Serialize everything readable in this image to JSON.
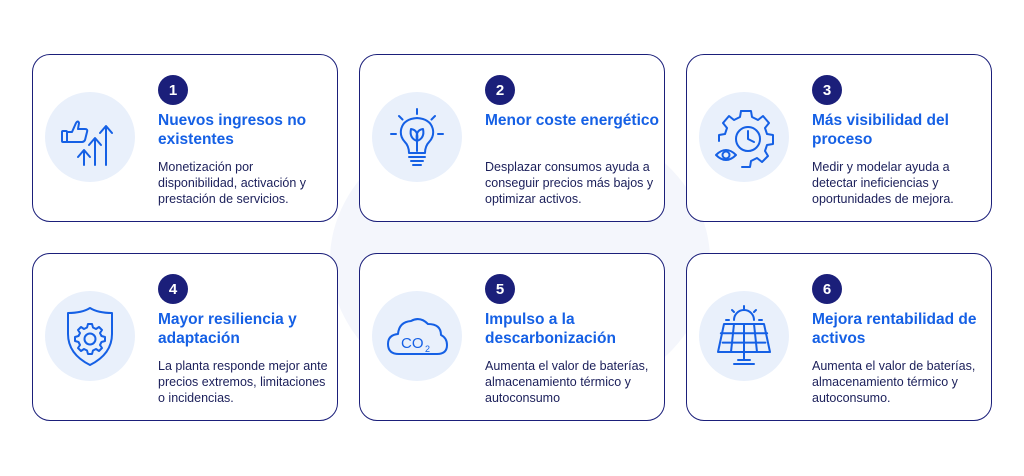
{
  "colors": {
    "accent": "#1560e5",
    "dark_navy": "#1b1f7a",
    "icon_bg": "#e9f0fb"
  },
  "cards": [
    {
      "number": "1",
      "title": "Nuevos ingresos no existentes",
      "description": "Monetización por disponibilidad, activación y prestación de servicios.",
      "icon": "thumbs-up-growth-icon"
    },
    {
      "number": "2",
      "title": "Menor coste energético",
      "description": "Desplazar consumos ayuda a conseguir precios más bajos y optimizar activos.",
      "icon": "lightbulb-leaf-icon"
    },
    {
      "number": "3",
      "title": "Más visibilidad del proceso",
      "description": "Medir y modelar ayuda a detectar ineficiencias y oportunidades de mejora.",
      "icon": "gear-clock-eye-icon"
    },
    {
      "number": "4",
      "title": "Mayor resiliencia y adaptación",
      "description": "La planta responde mejor ante precios extremos, limitaciones o incidencias.",
      "icon": "shield-gear-icon"
    },
    {
      "number": "5",
      "title": "Impulso a la descarbonización",
      "description": "Aumenta el valor de baterías, almacenamiento térmico y autoconsumo",
      "icon": "co2-cloud-icon",
      "icon_text": "CO",
      "icon_sub": "2"
    },
    {
      "number": "6",
      "title": "Mejora rentabilidad de activos",
      "description": "Aumenta el valor de baterías, almacenamiento térmico y autoconsumo.",
      "icon": "solar-panel-sun-icon"
    }
  ]
}
